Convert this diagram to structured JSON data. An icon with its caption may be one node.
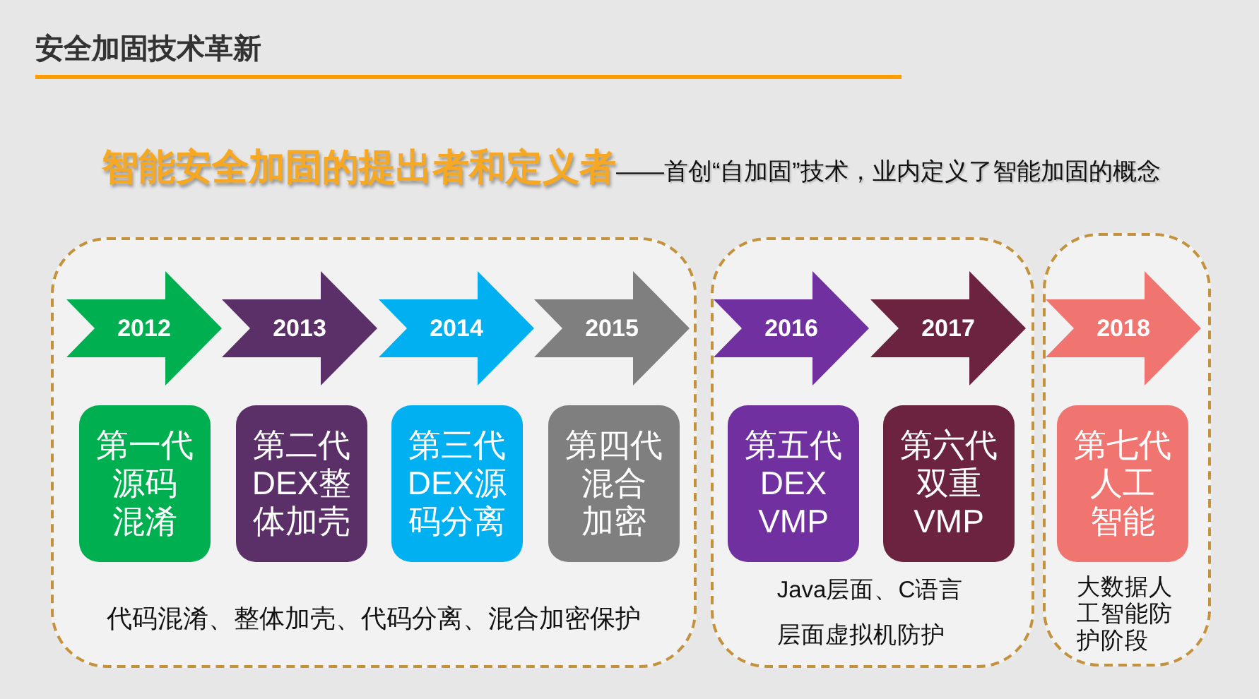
{
  "diagram": {
    "title": "安全加固技术革新",
    "nodes": [
      {
        "text": [
          "代码混淆、整体加壳、代码分离、混合加密保护"
        ]
      },
      {
        "text": [
          "2012"
        ],
        "in": 0
      },
      {
        "text": [
          "2013"
        ],
        "in": 0
      },
      {
        "text": [
          "2014"
        ],
        "in": 0
      },
      {
        "text": [
          "2015"
        ],
        "in": 0
      },
      {
        "text": [
          "第一代",
          "源码混淆"
        ],
        "in": 0
      },
      {
        "text": [
          "第二代",
          "DEX整体加壳"
        ],
        "in": 0
      },
      {
        "text": [
          "第三代",
          "DEX源码分离"
        ],
        "in": 0
      },
      {
        "text": [
          "第四代",
          "混合加密"
        ],
        "in": 0
      },
      {
        "text": [
          "Java层面、C语言层面虚拟机防护"
        ]
      },
      {
        "text": [
          "2016"
        ],
        "in": 9
      },
      {
        "text": [
          "2017"
        ],
        "in": 9
      },
      {
        "text": [
          "第五代",
          "DEX VMP"
        ],
        "in": 9
      },
      {
        "text": [
          "第六代",
          "双重VMP"
        ],
        "in": 9
      },
      {
        "text": [
          "大数据人工智能防护阶段"
        ]
      },
      {
        "text": [
          "2018"
        ],
        "in": 14
      },
      {
        "text": [
          "第七代",
          "人工智能"
        ],
        "in": 14
      }
    ],
    "labels": [
      "智能安全加固的提出者和定义者",
      "——首创“自加固”技术，业内定义了智能加固的概念"
    ]
  }
}
